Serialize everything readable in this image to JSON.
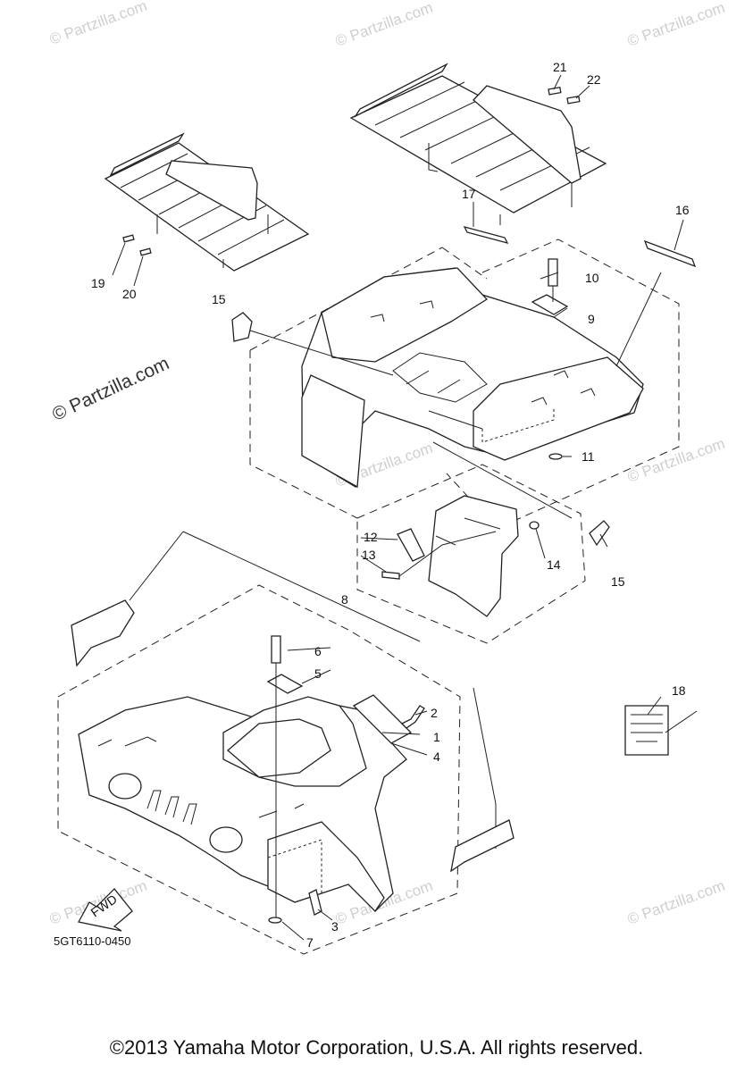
{
  "diagram": {
    "code": "5GT6110-0450",
    "fwd_label": "FWD",
    "brand_watermark": "© Partzilla.com",
    "faint_watermark": "© Partzilla.com",
    "copyright": "©2013 Yamaha Motor Corporation, U.S.A. All rights reserved.",
    "callouts": [
      "1",
      "2",
      "3",
      "4",
      "5",
      "6",
      "7",
      "8",
      "9",
      "10",
      "11",
      "12",
      "13",
      "14",
      "15",
      "15",
      "16",
      "17",
      "18",
      "19",
      "20",
      "21",
      "22"
    ]
  }
}
